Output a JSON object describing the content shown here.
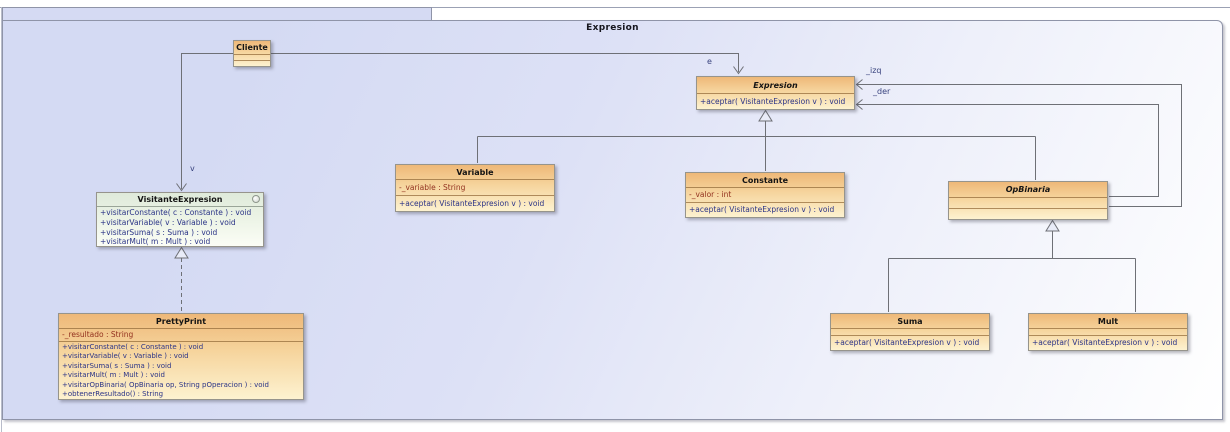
{
  "frame": {
    "title": "Expresion"
  },
  "edge_labels": {
    "e": "e",
    "v": "v",
    "izq": "_izq",
    "der": "_der"
  },
  "colors": {
    "diagram_bg": "#d5daf3",
    "class_fill_top": "#eeb878",
    "class_fill_bottom": "#fdf2d0",
    "interface_fill": "#eef5e8",
    "attr_text": "#93321f",
    "op_text": "#2b3487",
    "wire": "#6e7076"
  },
  "classes": {
    "cliente": {
      "name": "Cliente"
    },
    "expresion": {
      "name": "Expresion",
      "ops": [
        "+aceptar( VisitanteExpresion v ) : void"
      ]
    },
    "variable": {
      "name": "Variable",
      "attrs": [
        "-_variable : String"
      ],
      "ops": [
        "+aceptar( VisitanteExpresion v ) : void"
      ]
    },
    "constante": {
      "name": "Constante",
      "attrs": [
        "-_valor : int"
      ],
      "ops": [
        "+aceptar( VisitanteExpresion v ) : void"
      ]
    },
    "opbinaria": {
      "name": "OpBinaria"
    },
    "suma": {
      "name": "Suma",
      "ops": [
        "+aceptar( VisitanteExpresion v ) : void"
      ]
    },
    "mult": {
      "name": "Mult",
      "ops": [
        "+aceptar( VisitanteExpresion v ) : void"
      ]
    },
    "visitante": {
      "name": "VisitanteExpresion",
      "ops": [
        "+visitarConstante( c : Constante ) : void",
        "+visitarVariable( v : Variable ) : void",
        "+visitarSuma( s : Suma ) : void",
        "+visitarMult( m : Mult ) : void"
      ]
    },
    "prettyprint": {
      "name": "PrettyPrint",
      "attrs": [
        "-_resultado : String"
      ],
      "ops": [
        "+visitarConstante( c : Constante ) : void",
        "+visitarVariable( v : Variable ) : void",
        "+visitarSuma( s : Suma ) : void",
        "+visitarMult( m : Mult ) : void",
        "+visitarOpBinaria( OpBinaria op, String pOperacion ) : void",
        "+obtenerResultado() : String"
      ]
    }
  }
}
